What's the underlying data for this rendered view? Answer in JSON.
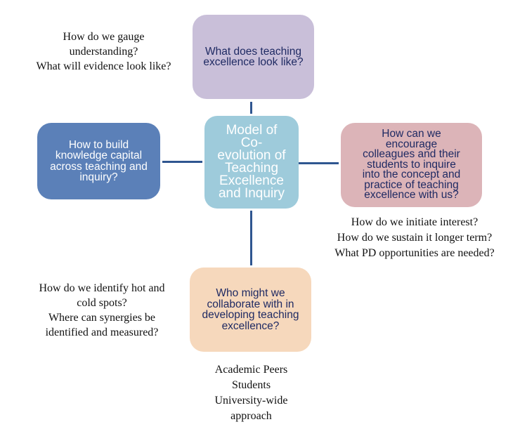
{
  "diagram": {
    "center": {
      "label": "Model of\nCo-\nevolution of\nTeaching\nExcellence\nand Inquiry",
      "color": "#9ecbdb"
    },
    "nodes": [
      {
        "id": "top",
        "label": "What does teaching\nexcellence look like?",
        "color": "#c9bfd9"
      },
      {
        "id": "left",
        "label": "How to build\nknowledge capital\nacross teaching and\ninquiry?",
        "color": "#5b80b8"
      },
      {
        "id": "right",
        "label": "How can we\nencourage\ncolleagues and their\nstudents to inquire\ninto the concept and\npractice of teaching\nexcellence with us?",
        "color": "#dcb4b8"
      },
      {
        "id": "bottom",
        "label": "Who might we\ncollaborate with in\ndeveloping teaching\nexcellence?",
        "color": "#f6d8bc"
      }
    ],
    "edges": [
      {
        "from": "center",
        "to": "top"
      },
      {
        "from": "center",
        "to": "left"
      },
      {
        "from": "center",
        "to": "right"
      },
      {
        "from": "center",
        "to": "bottom"
      }
    ],
    "annotations": {
      "top_left": "How do we gauge\nunderstanding?\nWhat will evidence look like?",
      "right": "How do we initiate interest?\nHow do we sustain it longer term?\nWhat PD opportunities are needed?",
      "bottom_left": "How do we identify hot and\ncold spots?\nWhere can synergies be\nidentified and measured?",
      "bottom": "Academic Peers\nStudents\nUniversity-wide\napproach"
    },
    "connector_color": "#2f5690",
    "node_text_color": "#1f2a63"
  }
}
